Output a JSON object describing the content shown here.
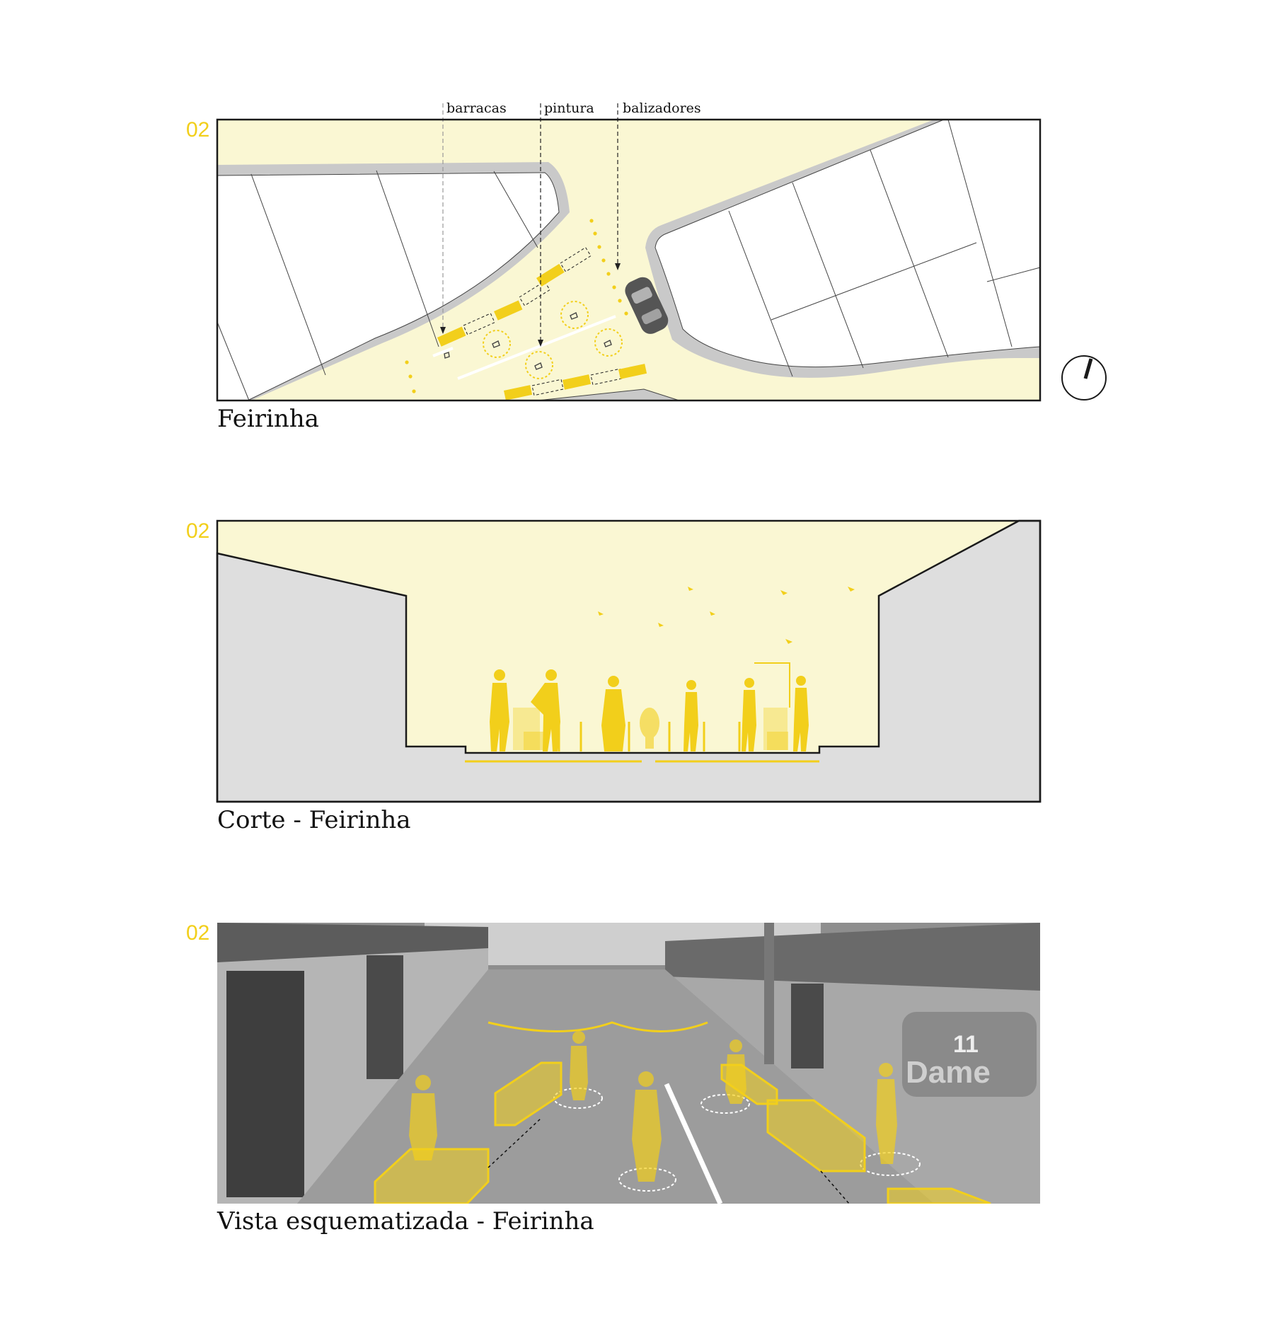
{
  "colors": {
    "accent": "#F2CF1B",
    "street_fill": "#FAF7D3",
    "curb_gray": "#C9C9C9",
    "ground_gray": "#DEDEDE",
    "outline": "#1A1A1A",
    "photo_bg": "#8E8E8E"
  },
  "panels": [
    {
      "number": "02",
      "caption": "Feirinha",
      "callouts": [
        "barracas",
        "pintura",
        "balizadores"
      ],
      "icons": [
        "north-arrow-icon",
        "car-icon",
        "chair-icon"
      ]
    },
    {
      "number": "02",
      "caption": "Corte - Feirinha",
      "icons": [
        "person-silhouette-icon",
        "bird-icon",
        "plant-icon"
      ]
    },
    {
      "number": "02",
      "caption": "Vista esquematizada - Feirinha",
      "photo_text": [
        "11",
        "Dame"
      ],
      "icons": [
        "stall-box-icon",
        "person-overlay-icon"
      ]
    }
  ]
}
